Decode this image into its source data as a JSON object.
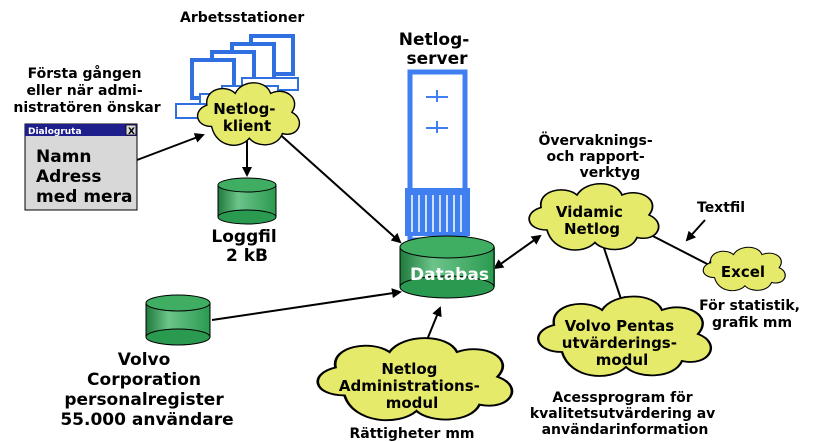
{
  "workstations": {
    "title": "Arbetsstationer"
  },
  "first_time_note": {
    "lines": [
      "Första gången",
      "eller när admi-",
      "nistratören önskar"
    ]
  },
  "dialog": {
    "title": "Dialogruta",
    "close": "X",
    "lines": [
      "Namn",
      "Adress",
      "med mera"
    ]
  },
  "netlog_client": {
    "lines": [
      "Netlog-",
      "klient"
    ]
  },
  "logfile": {
    "lines": [
      "Loggfil",
      "2 kB"
    ]
  },
  "netlog_server": {
    "lines": [
      "Netlog-",
      "server"
    ]
  },
  "database": {
    "label": "Databas"
  },
  "volvo_registry": {
    "lines": [
      "Volvo",
      "Corporation",
      "personalregister",
      "55.000 användare"
    ]
  },
  "admin_module": {
    "lines": [
      "Netlog",
      "Administrations-",
      "modul"
    ],
    "caption": "Rättigheter mm"
  },
  "monitoring_tools": {
    "lines": [
      "Övervaknings-",
      "och rapport-",
      "verktyg"
    ]
  },
  "vidamic": {
    "lines": [
      "Vidamic",
      "Netlog"
    ]
  },
  "textfile": {
    "label": "Textfil"
  },
  "excel": {
    "label": "Excel",
    "caption_lines": [
      "För statistik,",
      "grafik mm"
    ]
  },
  "volvo_penta": {
    "lines": [
      "Volvo Pentas",
      "utvärderings-",
      "modul"
    ],
    "caption_lines": [
      "Acessprogram för",
      "kvalitetsutvärdering av",
      "användarinformation"
    ]
  },
  "colors": {
    "cloud": "#e6ea6a",
    "cylinder": "#2a9a50",
    "monitor": "#2f6fe0",
    "server": "#3f7ff0",
    "dialog_title": "#1e1e8c"
  }
}
